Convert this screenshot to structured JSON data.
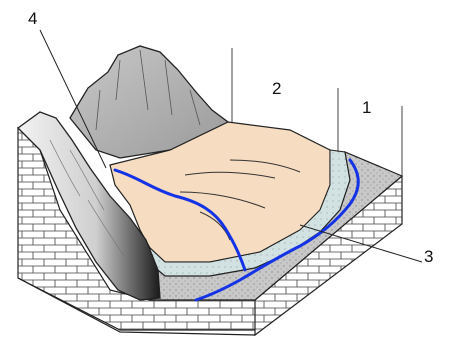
{
  "diagram": {
    "callouts": [
      {
        "id": "4",
        "label": "4"
      },
      {
        "id": "2",
        "label": "2"
      },
      {
        "id": "1",
        "label": "1"
      },
      {
        "id": "3",
        "label": "3"
      }
    ]
  },
  "colors": {
    "terrace_fill": "#f6dcc0",
    "floodplain_fill": "#cfe0e0",
    "riverbed_fill": "#c9c9c9",
    "mountain_fill": "#b4b4b4",
    "river_stroke": "#1432e6",
    "outline": "#222222"
  },
  "icons": {
    "mountain": "mountain-icon",
    "cliff": "cliff-icon",
    "river": "river-icon"
  }
}
